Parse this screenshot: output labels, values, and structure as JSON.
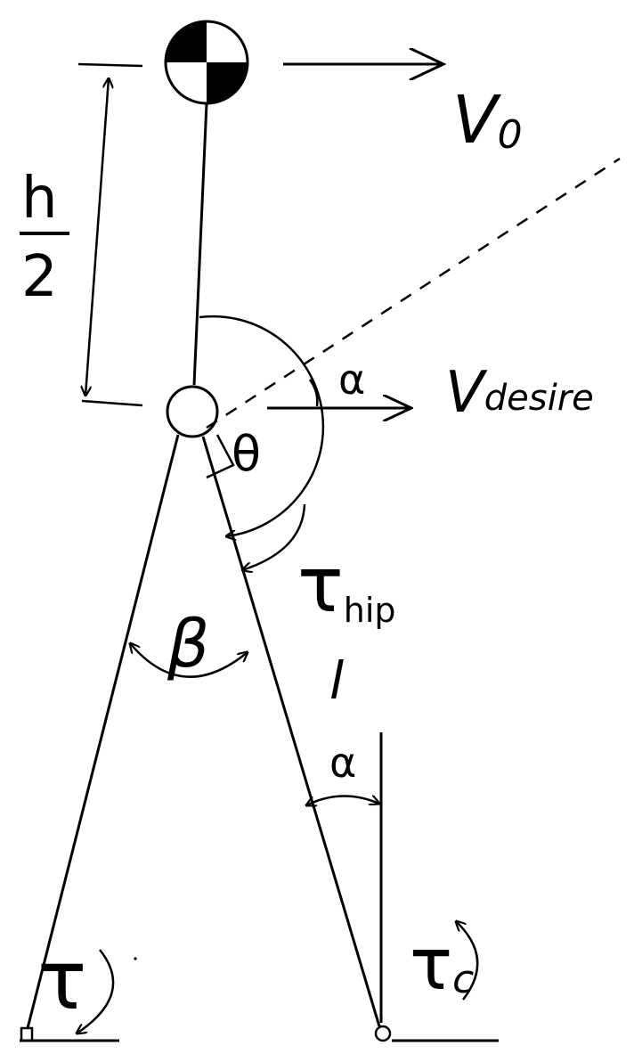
{
  "labels": {
    "h": "h",
    "two": "2",
    "v0_main": "V",
    "v0_sub": "0",
    "alpha_top": "α",
    "vdesire_main": "V",
    "vdesire_sub": "desire",
    "theta": "θ",
    "tau_hip_main": "τ",
    "tau_hip_sub": "hip",
    "beta": "β",
    "leg_length": "l",
    "alpha_bottom": "α",
    "tau": "τ",
    "tau_c_main": "τ",
    "tau_c_sub": "c"
  },
  "colors": {
    "stroke": "#000000",
    "background": "#ffffff"
  }
}
